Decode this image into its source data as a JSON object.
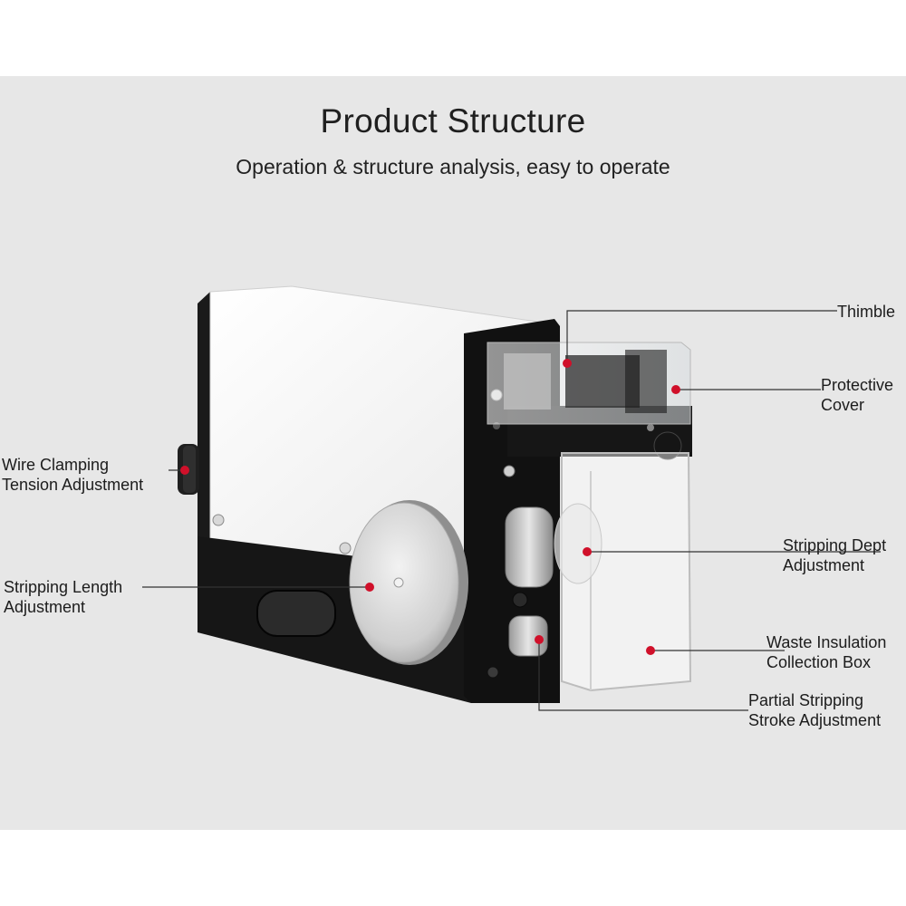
{
  "header": {
    "title": "Product Structure",
    "subtitle": "Operation & structure analysis, easy to operate"
  },
  "callouts": [
    {
      "id": "thimble",
      "text": "Thimble"
    },
    {
      "id": "protective-cover",
      "text": "Protective\nCover"
    },
    {
      "id": "wire-clamping",
      "text": "Wire Clamping\nTension Adjustment"
    },
    {
      "id": "stripping-depth",
      "text": "Stripping Dept\nAdjustment"
    },
    {
      "id": "stripping-length",
      "text": "Stripping Length\nAdjustment"
    },
    {
      "id": "waste-box",
      "text": "Waste Insulation\nCollection Box"
    },
    {
      "id": "partial-stroke",
      "text": "Partial Stripping\nStroke Adjustment"
    }
  ],
  "colors": {
    "panel": "#e7e7e7",
    "marker": "#d0102a",
    "machine_body_white": "#f4f4f4",
    "machine_body_black": "#151515",
    "leader_line": "#333333"
  },
  "icons": {
    "marker": "red-dot-icon"
  }
}
